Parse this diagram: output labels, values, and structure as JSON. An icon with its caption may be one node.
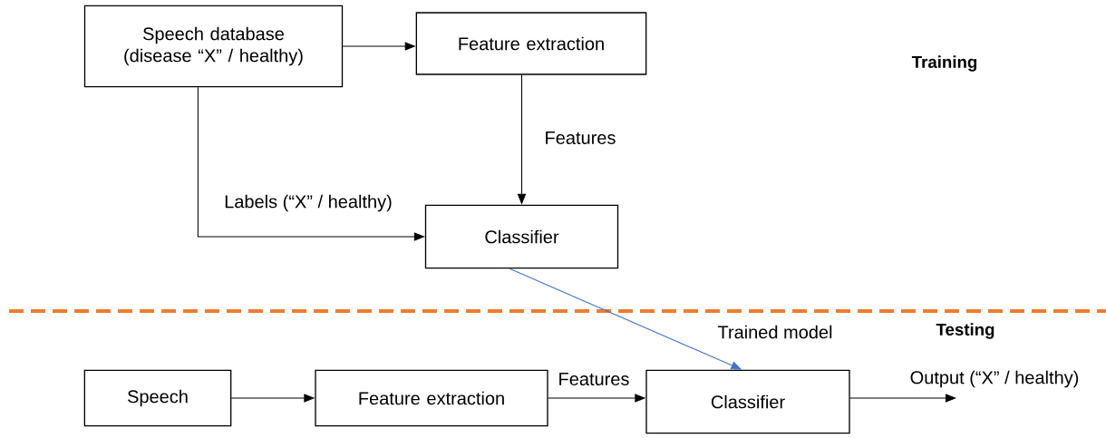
{
  "diagram": {
    "nodes": [
      {
        "text": [
          "Speech database (disease “X” / healthy)"
        ]
      },
      {
        "text": [
          "Feature extraction"
        ]
      },
      {
        "text": [
          "Classifier"
        ]
      },
      {
        "text": [
          "Speech"
        ]
      },
      {
        "text": [
          "Feature extraction"
        ]
      },
      {
        "text": [
          "Classifier"
        ]
      }
    ],
    "edges": [
      {
        "from": 0,
        "to": 1,
        "arrow": "to"
      },
      {
        "from": 1,
        "to": 2,
        "arrow": "to",
        "label": "Features"
      },
      {
        "from": 0,
        "to": 2,
        "arrow": "to",
        "label": "Labels (“X” / healthy)"
      },
      {
        "from": 2,
        "to": 5,
        "arrow": "to",
        "label": "Trained model",
        "color": "#4472c4"
      },
      {
        "from": 3,
        "to": 4,
        "arrow": "to"
      },
      {
        "from": 4,
        "to": 5,
        "arrow": "to",
        "label": "Features"
      },
      {
        "from": 5,
        "to": null,
        "arrow": "to",
        "label": "Output (“X” / healthy)"
      }
    ],
    "labels": [
      "Training",
      "Testing"
    ]
  }
}
